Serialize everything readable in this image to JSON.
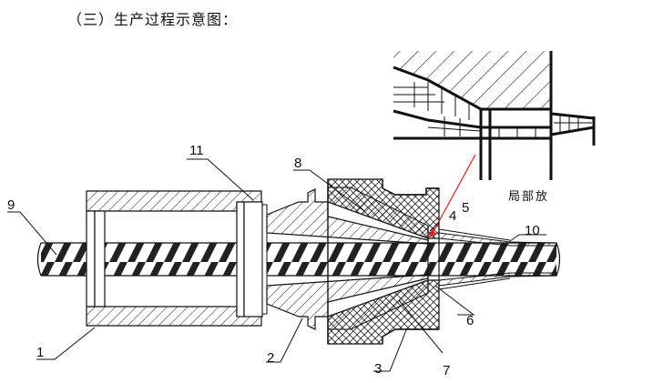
{
  "title": "（三）生产过程示意图：",
  "detail_caption": "局部放",
  "labels": {
    "l1": "1",
    "l2": "2",
    "l3": "3",
    "l4": "4",
    "l5": "5",
    "l6": "6",
    "l7": "7",
    "l8": "8",
    "l9": "9",
    "l10": "10",
    "l11": "11"
  },
  "colors": {
    "ink": "#111111",
    "leader_red": "#e02020"
  }
}
